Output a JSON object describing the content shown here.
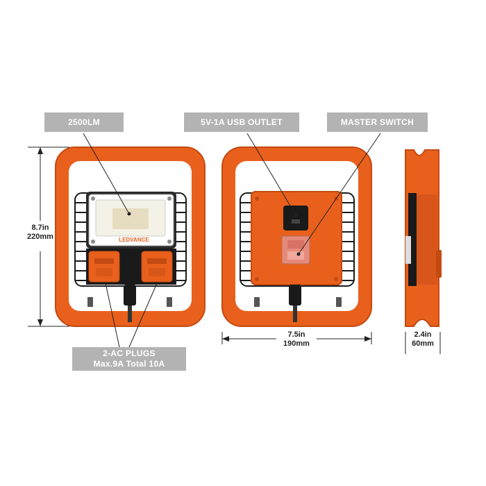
{
  "callouts": {
    "lumens": "2500LM",
    "usb": "5V-1A USB OUTLET",
    "master": "MASTER SWITCH",
    "plugs_line1": "2-AC PLUGS",
    "plugs_line2": "Max.9A Total 10A"
  },
  "dimensions": {
    "height_in": "8.7in",
    "height_mm": "220mm",
    "width_in": "7.5in",
    "width_mm": "190mm",
    "depth_in": "2.4in",
    "depth_mm": "60mm"
  },
  "brand": "LEDVANCE",
  "colors": {
    "frame_orange": "#e8601c",
    "frame_dark": "#c44a12",
    "callout_bg": "#b3b3b3",
    "panel_black": "#1a1a1a",
    "led_panel": "#f4f1e6"
  },
  "icons": [
    "ledvance-logo-icon"
  ]
}
